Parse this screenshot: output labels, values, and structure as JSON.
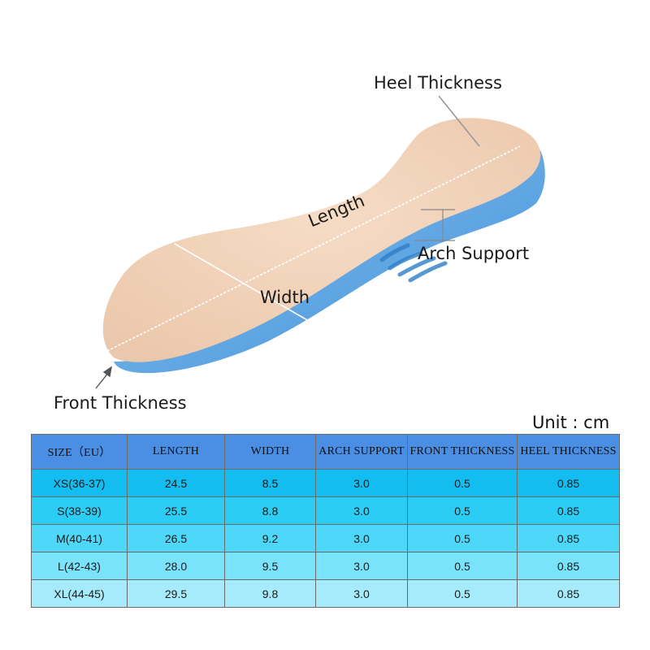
{
  "callouts": {
    "heel_thickness": "Heel Thickness",
    "length": "Length",
    "arch_support": "Arch Support",
    "width": "Width",
    "front_thickness": "Front Thickness"
  },
  "unit_label": "Unit : cm",
  "colors": {
    "insole_top": "#f3d5bc",
    "insole_base": "#5aa6e4",
    "header_bg": "#4a8fe3"
  },
  "table": {
    "headers": [
      "SIZE（EU）",
      "LENGTH",
      "WIDTH",
      "ARCH SUPPORT",
      "FRONT THICKNESS",
      "HEEL THICKNESS"
    ],
    "rows": [
      [
        "XS(36-37)",
        "24.5",
        "8.5",
        "3.0",
        "0.5",
        "0.85"
      ],
      [
        "S(38-39)",
        "25.5",
        "8.8",
        "3.0",
        "0.5",
        "0.85"
      ],
      [
        "M(40-41)",
        "26.5",
        "9.2",
        "3.0",
        "0.5",
        "0.85"
      ],
      [
        "L(42-43)",
        "28.0",
        "9.5",
        "3.0",
        "0.5",
        "0.85"
      ],
      [
        "XL(44-45)",
        "29.5",
        "9.8",
        "3.0",
        "0.5",
        "0.85"
      ]
    ]
  }
}
